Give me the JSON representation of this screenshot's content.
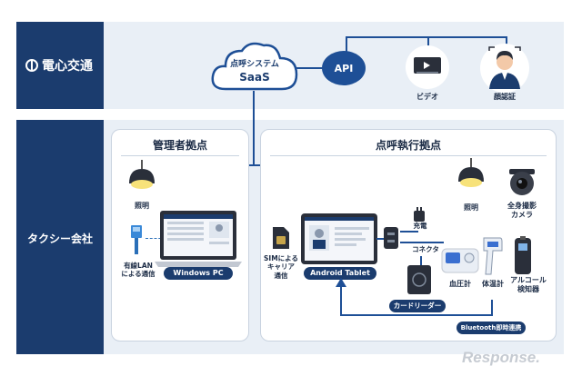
{
  "company": {
    "logo_text": "電心交通",
    "brand_color": "#1b3c6e"
  },
  "cloud": {
    "line1": "点呼システム",
    "line2": "SaaS"
  },
  "api": {
    "label": "API"
  },
  "video": {
    "label": "ビデオ"
  },
  "face": {
    "label": "顔認証"
  },
  "taxi_company": {
    "label": "タクシー会社"
  },
  "admin_site": {
    "title": "管理者拠点",
    "lighting": "照明",
    "lan": "有線LAN\nによる通信",
    "pc_label": "Windows PC"
  },
  "exec_site": {
    "title": "点呼執行拠点",
    "sim": "SIMによる\nキャリア\n通信",
    "tablet_label": "Android Tablet",
    "charge": "充電",
    "connector": "コネクタ",
    "card_reader": "カードリーダー",
    "lighting": "照明",
    "camera": "全身撮影\nカメラ",
    "bp": "血圧計",
    "thermo": "体温計",
    "alcohol": "アルコール\n検知器",
    "bluetooth": "Bluetooth即時連携"
  },
  "watermark": "Response."
}
